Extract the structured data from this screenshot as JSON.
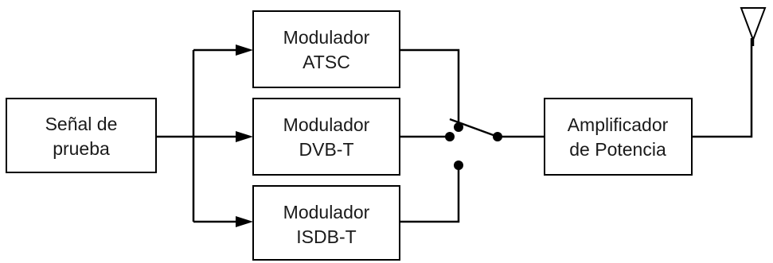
{
  "blocks": {
    "test_signal": {
      "line1": "Señal de",
      "line2": "prueba"
    },
    "mod_atsc": {
      "line1": "Modulador",
      "line2": "ATSC"
    },
    "mod_dvbt": {
      "line1": "Modulador",
      "line2": "DVB-T"
    },
    "mod_isdbt": {
      "line1": "Modulador",
      "line2": "ISDB-T"
    },
    "amplifier": {
      "line1": "Amplificador",
      "line2": "de Potencia"
    }
  },
  "icons": {
    "antenna": "antenna-icon",
    "switch": "selector-switch"
  },
  "colors": {
    "line": "#000000",
    "background": "#ffffff",
    "text": "#1a1a1a"
  }
}
